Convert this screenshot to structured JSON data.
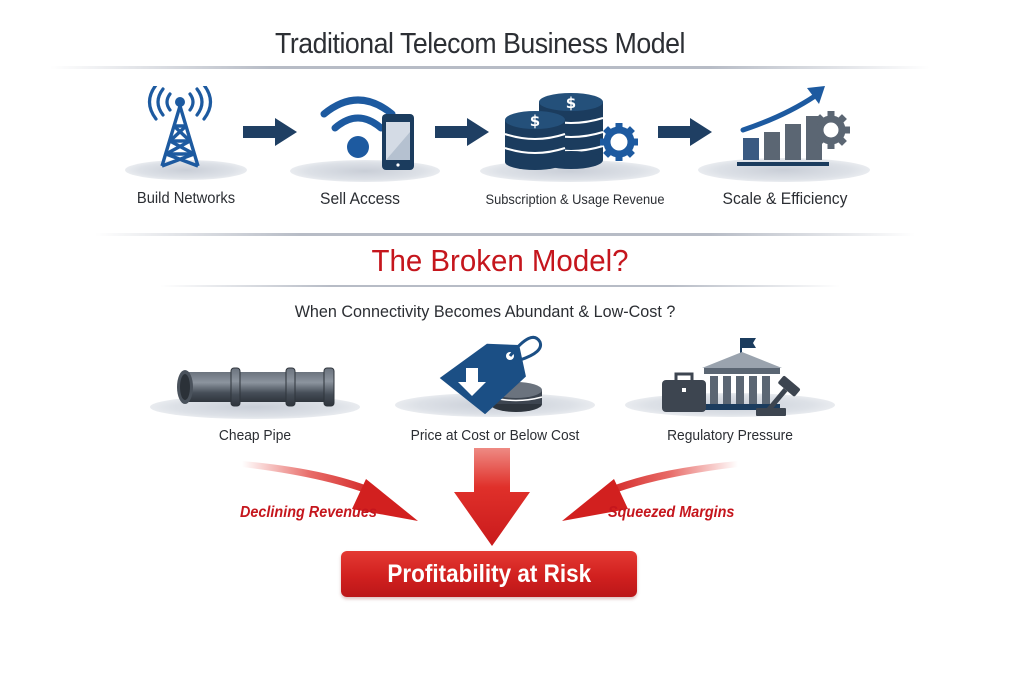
{
  "header": {
    "title": "Traditional Telecom Business Model"
  },
  "traditional_steps": [
    {
      "label": "Build Networks",
      "icon": "cell-tower-icon"
    },
    {
      "label": "Sell Access",
      "icon": "wifi-phone-icon"
    },
    {
      "label": "Subscription & Usage Revenue",
      "icon": "coins-gear-icon"
    },
    {
      "label": "Scale & Efficiency",
      "icon": "growth-chart-gear-icon"
    }
  ],
  "broken_section": {
    "title": "The Broken Model?",
    "subtitle": "When Connectivity Becomes Abundant & Low-Cost ?",
    "pressures": [
      {
        "label": "Cheap Pipe",
        "icon": "pipe-icon"
      },
      {
        "label": "Price at Cost or Below Cost",
        "icon": "price-tag-down-icon"
      },
      {
        "label": "Regulatory Pressure",
        "icon": "government-gavel-icon"
      }
    ],
    "left_effect": "Declining Revenues",
    "right_effect": "Squeezed Margins",
    "outcome": "Profitability at Risk"
  },
  "colors": {
    "primary_blue": "#1d4f80",
    "dark_blue": "#1b3c5e",
    "slate": "#4a5563",
    "alert_red": "#c5161d",
    "text_dark": "#2b2e33"
  }
}
